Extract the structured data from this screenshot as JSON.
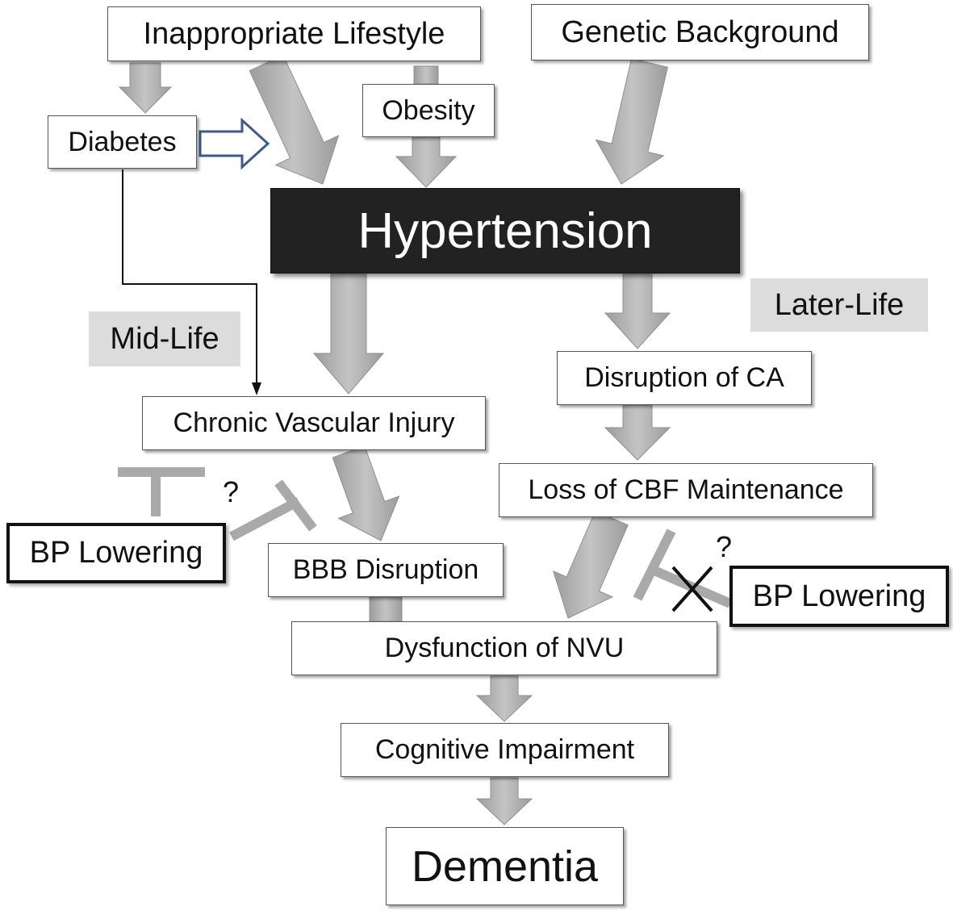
{
  "nodes": {
    "inappropriate_lifestyle": "Inappropriate Lifestyle",
    "genetic_background": "Genetic Background",
    "obesity": "Obesity",
    "diabetes": "Diabetes",
    "hypertension": "Hypertension",
    "chronic_vascular_injury": "Chronic Vascular Injury",
    "disruption_of_ca": "Disruption of CA",
    "loss_of_cbf": "Loss of CBF Maintenance",
    "bbb_disruption": "BBB Disruption",
    "dysfunction_nvu": "Dysfunction of NVU",
    "cognitive_impairment": "Cognitive Impairment",
    "dementia": "Dementia"
  },
  "interventions": {
    "bp_lowering_left": "BP Lowering",
    "bp_lowering_right": "BP Lowering"
  },
  "phases": {
    "mid_life": "Mid-Life",
    "later_life": "Later-Life"
  },
  "annotations": {
    "question_left": "?",
    "question_right": "?"
  },
  "colors": {
    "arrow_fill": "#b3b3b3",
    "arrow_stroke": "#8f8f8f",
    "inhibit_line": "#a9a9a9",
    "outline_arrow": "#3d5a8a",
    "hypertension_bg": "#222222",
    "phase_bg": "#dcdcdc"
  }
}
